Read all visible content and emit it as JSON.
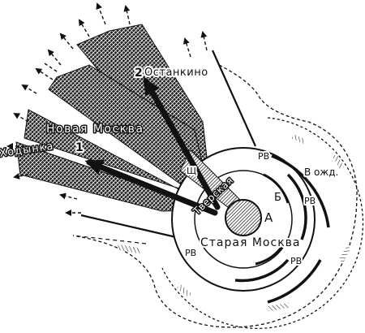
{
  "labels": {
    "ostankino": "Останкино",
    "ostankino_num": "2",
    "novaya_moskva": "Новая Москва",
    "khodynka": "Ходынка",
    "khodynka_num": "1",
    "tverskaya": "Тверская",
    "sch": "Щ",
    "staraya_moskva": "Старая Москва",
    "a": "А",
    "b": "Б",
    "v_ozhd": "В ожд.",
    "rv": "РВ"
  },
  "colors": {
    "ink": "#111111",
    "paper": "#ffffff"
  }
}
